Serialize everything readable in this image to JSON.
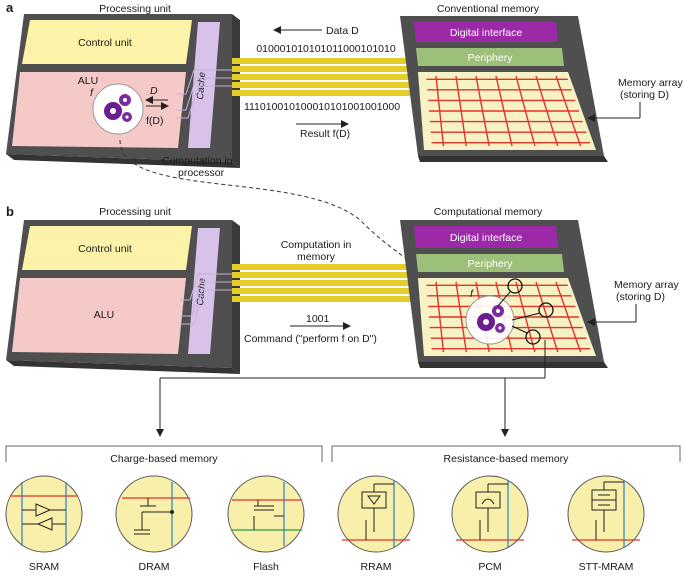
{
  "panel_a": {
    "label": "a",
    "processing_unit": {
      "title": "Processing unit",
      "control_unit": "Control unit",
      "alu": "ALU",
      "cache": "Cache"
    },
    "alu_f": "f",
    "alu_D": "D",
    "alu_fD": "f(D)",
    "memory": {
      "title": "Conventional memory",
      "digital_interface": "Digital interface",
      "periphery": "Periphery"
    },
    "data_label": "Data D",
    "data_bits": "010001010101011000101010",
    "result_bits": "111010010100010101001001000",
    "result_label": "Result f(D)",
    "memory_array_label_1": "Memory array",
    "memory_array_label_2": "(storing D)",
    "computation_note_1": "Computation in",
    "computation_note_2": "processor"
  },
  "panel_b": {
    "label": "b",
    "processing_unit": {
      "title": "Processing unit",
      "control_unit": "Control unit",
      "alu": "ALU",
      "cache": "Cache"
    },
    "memory": {
      "title": "Computational memory",
      "digital_interface": "Digital interface",
      "periphery": "Periphery"
    },
    "computation_label_1": "Computation in",
    "computation_label_2": "memory",
    "command_bits": "1001",
    "command_label": "Command (\"perform f on D\")",
    "array_f": "f",
    "memory_array_label_1": "Memory array",
    "memory_array_label_2": "(storing D)"
  },
  "bottom": {
    "charge_group": "Charge-based memory",
    "resistance_group": "Resistance-based memory",
    "cells": [
      "SRAM",
      "DRAM",
      "Flash",
      "RRAM",
      "PCM",
      "STT-MRAM"
    ]
  },
  "colors": {
    "chip_dark": "#4f4f4f",
    "control_unit": "#fdf3a8",
    "alu": "#f6c9c9",
    "cache": "#d9c2ea",
    "bus": "#e4cc2a",
    "digital_interface": "#9c2aa8",
    "periphery": "#9cbf7a",
    "memory_array": "#f7f2c4",
    "grid_red": "#e2332a",
    "gear_purple": "#6a1d8e",
    "cell_fill": "#f7efaa"
  }
}
